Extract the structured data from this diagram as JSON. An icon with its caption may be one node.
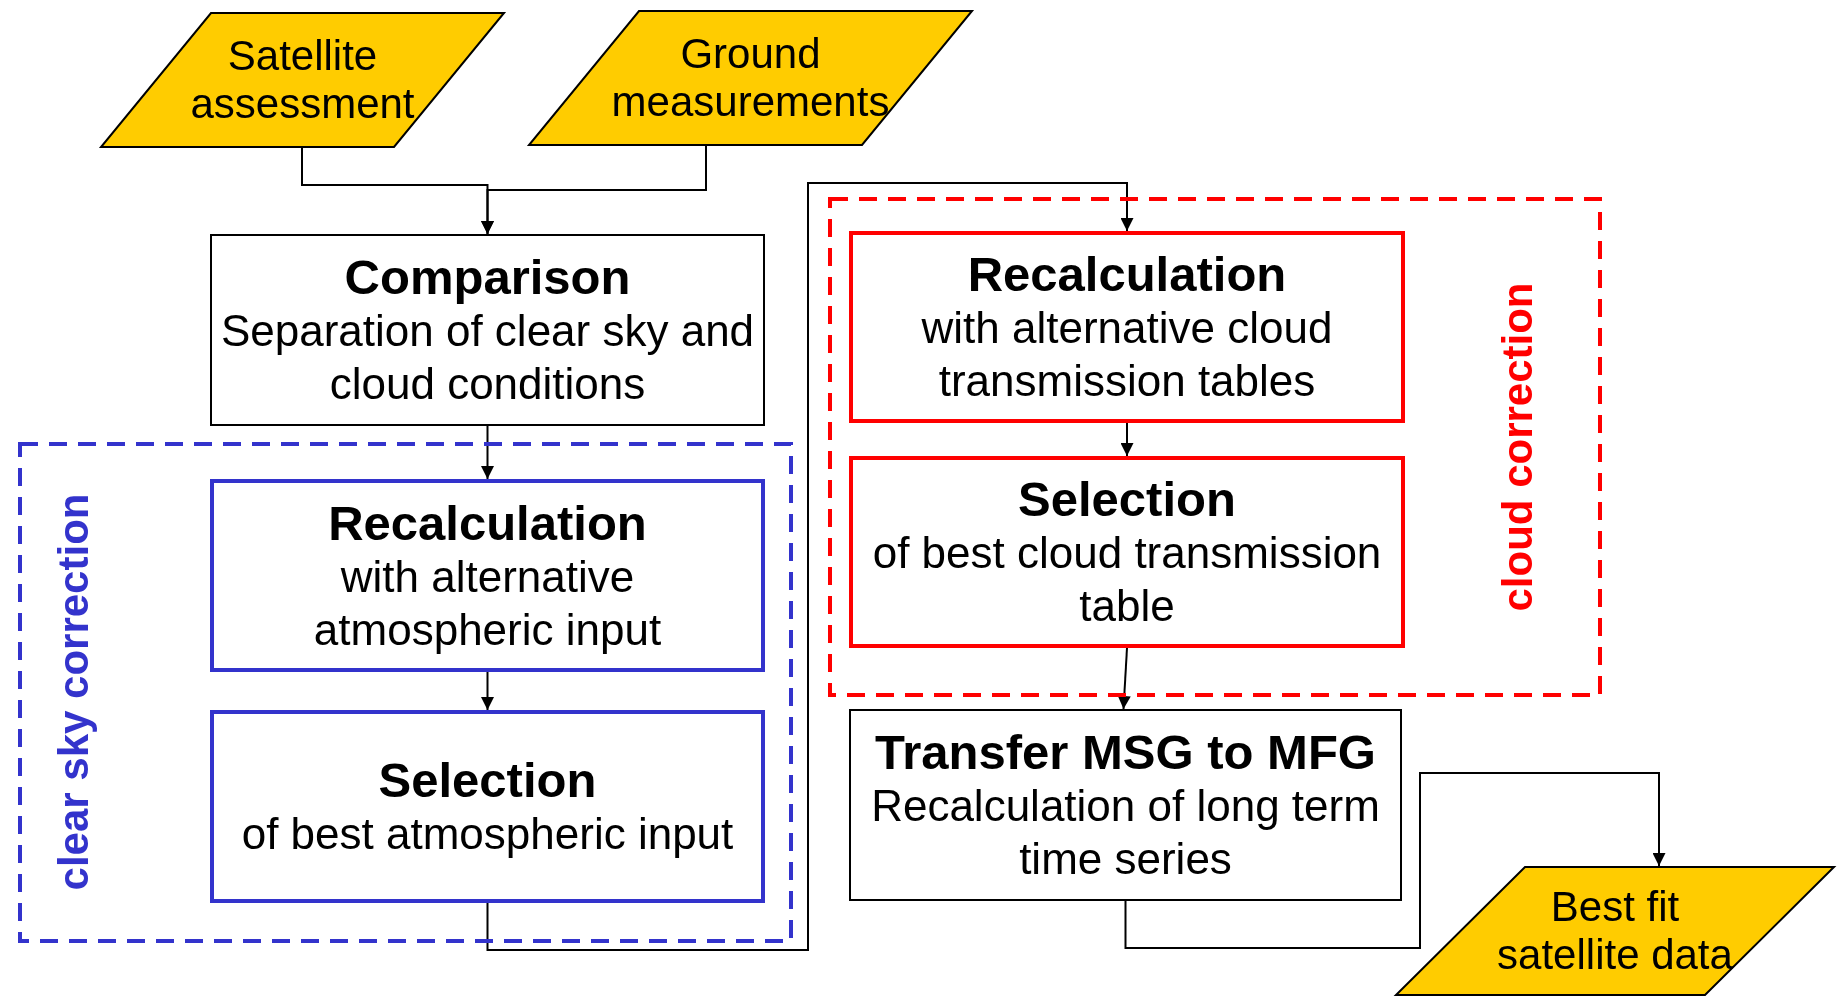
{
  "diagram": {
    "nodes": [
      {
        "text": [
          "Satellite assessment"
        ]
      },
      {
        "text": [
          "Ground measurements"
        ]
      },
      {
        "text": [
          "Comparison",
          "Separation of clear sky and cloud conditions"
        ]
      },
      {
        "text": [
          "clear sky correction"
        ]
      },
      {
        "text": [
          "Recalculation",
          "with alternative atmospheric input"
        ],
        "in": 3
      },
      {
        "text": [
          "Selection",
          "of best atmospheric input"
        ],
        "in": 3
      },
      {
        "text": [
          "cloud correction"
        ]
      },
      {
        "text": [
          "Recalculation",
          "with alternative cloud transmission tables"
        ],
        "in": 6
      },
      {
        "text": [
          "Selection",
          "of best cloud transmission table"
        ],
        "in": 6
      },
      {
        "text": [
          "Transfer MSG to MFG",
          "Recalculation of long term time series"
        ]
      },
      {
        "text": [
          "Best fit satellite data"
        ]
      }
    ],
    "edges": [
      {
        "from": 0,
        "to": 2,
        "arrow": "to"
      },
      {
        "from": 1,
        "to": 2,
        "arrow": "to"
      },
      {
        "from": 2,
        "to": 4,
        "arrow": "to"
      },
      {
        "from": 4,
        "to": 5,
        "arrow": "to"
      },
      {
        "from": 5,
        "to": 7,
        "arrow": "to"
      },
      {
        "from": 7,
        "to": 8,
        "arrow": "to"
      },
      {
        "from": 8,
        "to": 9,
        "arrow": "to"
      },
      {
        "from": 9,
        "to": 10,
        "arrow": "to"
      }
    ]
  }
}
